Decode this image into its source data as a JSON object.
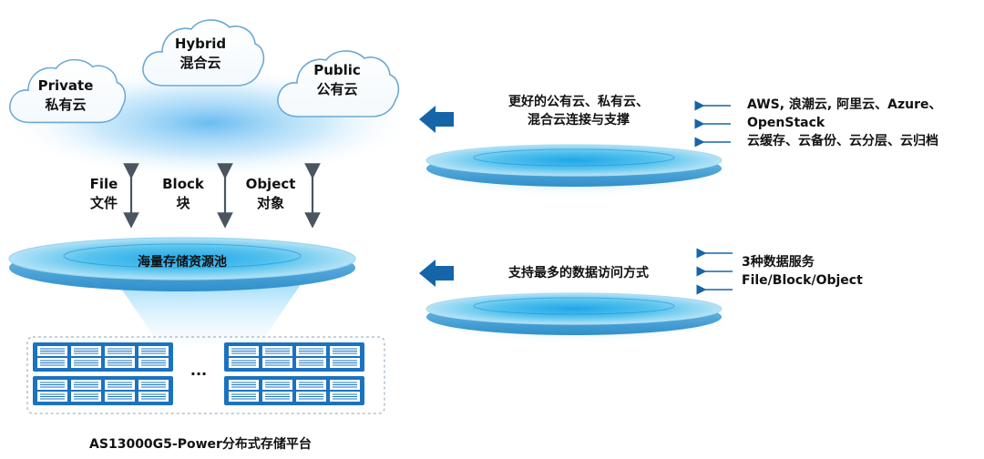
{
  "clouds": [
    {
      "en": "Private",
      "cn": "私有云"
    },
    {
      "en": "Hybrid",
      "cn": "混合云"
    },
    {
      "en": "Public",
      "cn": "公有云"
    }
  ],
  "access": [
    {
      "en": "File",
      "cn": "文件"
    },
    {
      "en": "Block",
      "cn": "块"
    },
    {
      "en": "Object",
      "cn": "对象"
    }
  ],
  "pool_label": "海量存储资源池",
  "ellipsis": "···",
  "platform_title": "AS13000G5-Power分布式存储平台",
  "features": [
    {
      "title_lines": [
        "更好的公有云、私有云、",
        "混合云连接与支撑"
      ],
      "items": [
        "AWS, 浪潮云, 阿里云、Azure、",
        "OpenStack",
        "云缓存、云备份、云分层、云归档"
      ]
    },
    {
      "title_lines": [
        "支持最多的数据访问方式"
      ],
      "items": [
        "3种数据服务",
        "File/Block/Object"
      ]
    }
  ],
  "colors": {
    "disk_top": "#3fb8ea",
    "disk_side": "#1a7fc0",
    "arrow_blue": "#1565a8",
    "server_blue": "#1a73c0",
    "cloud_stroke": "#6aa9d4",
    "glow": "#5ab8f0"
  }
}
